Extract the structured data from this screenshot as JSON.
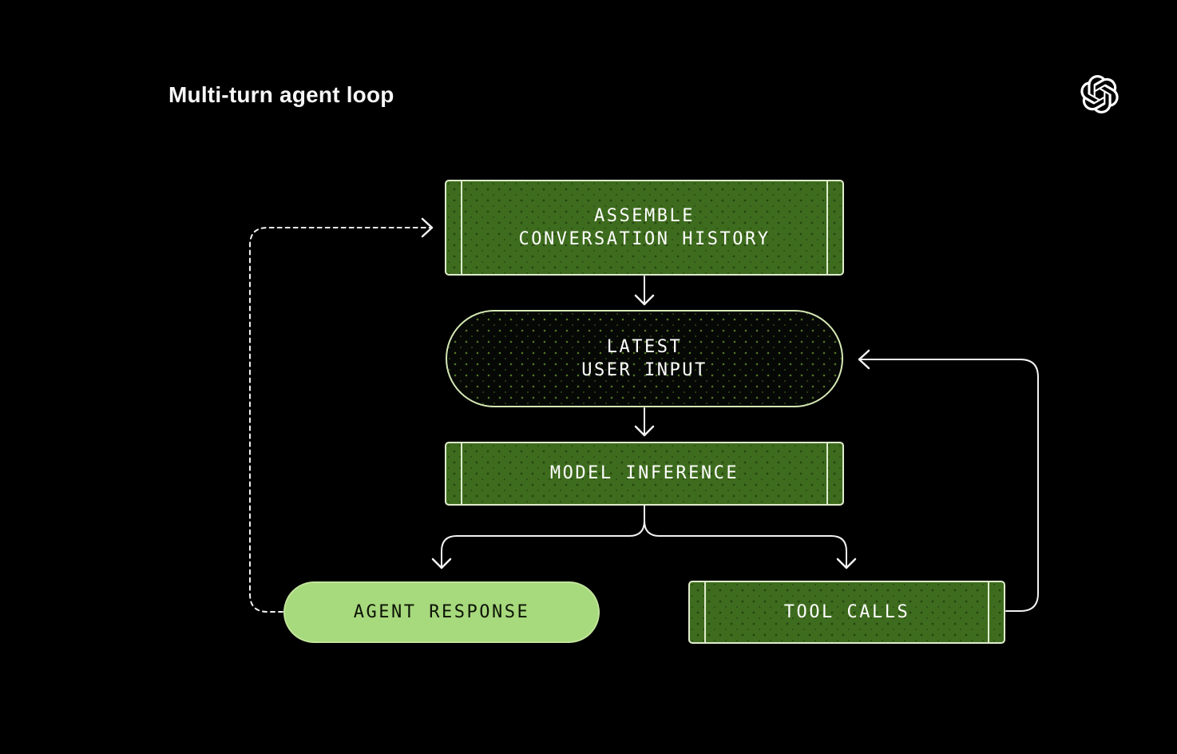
{
  "header": {
    "title": "Multi-turn agent loop",
    "logo": "openai-logo"
  },
  "diagram": {
    "nodes": {
      "assemble": {
        "line1": "ASSEMBLE",
        "line2": "CONVERSATION HISTORY",
        "shape": "process-green"
      },
      "latest": {
        "line1": "LATEST",
        "line2": "USER INPUT",
        "shape": "pill-dark"
      },
      "inference": {
        "line1": "MODEL INFERENCE",
        "shape": "process-green"
      },
      "agent_response": {
        "line1": "AGENT RESPONSE",
        "shape": "pill-light"
      },
      "tool_calls": {
        "line1": "TOOL CALLS",
        "shape": "process-green"
      }
    },
    "edges": [
      {
        "from": "assemble",
        "to": "latest",
        "style": "solid-arrow"
      },
      {
        "from": "latest",
        "to": "inference",
        "style": "solid-arrow"
      },
      {
        "from": "inference",
        "to": "agent_response",
        "style": "solid-branch-arrow"
      },
      {
        "from": "inference",
        "to": "tool_calls",
        "style": "solid-branch-arrow"
      },
      {
        "from": "tool_calls",
        "to": "latest",
        "style": "solid-loop-arrow"
      },
      {
        "from": "agent_response",
        "to": "assemble",
        "style": "dashed-loop-arrow"
      }
    ]
  },
  "colors": {
    "background": "#000000",
    "box_green": "#3e6c1e",
    "box_border": "#dfeccd",
    "pill_dark": "#060806",
    "pill_dark_border": "#d5e8b4",
    "pill_light": "#a7d97d",
    "pill_light_border": "#c2e59b",
    "pill_light_text": "#0c1405",
    "connector": "#f2f2f2",
    "title_text": "#f7f7f7"
  }
}
